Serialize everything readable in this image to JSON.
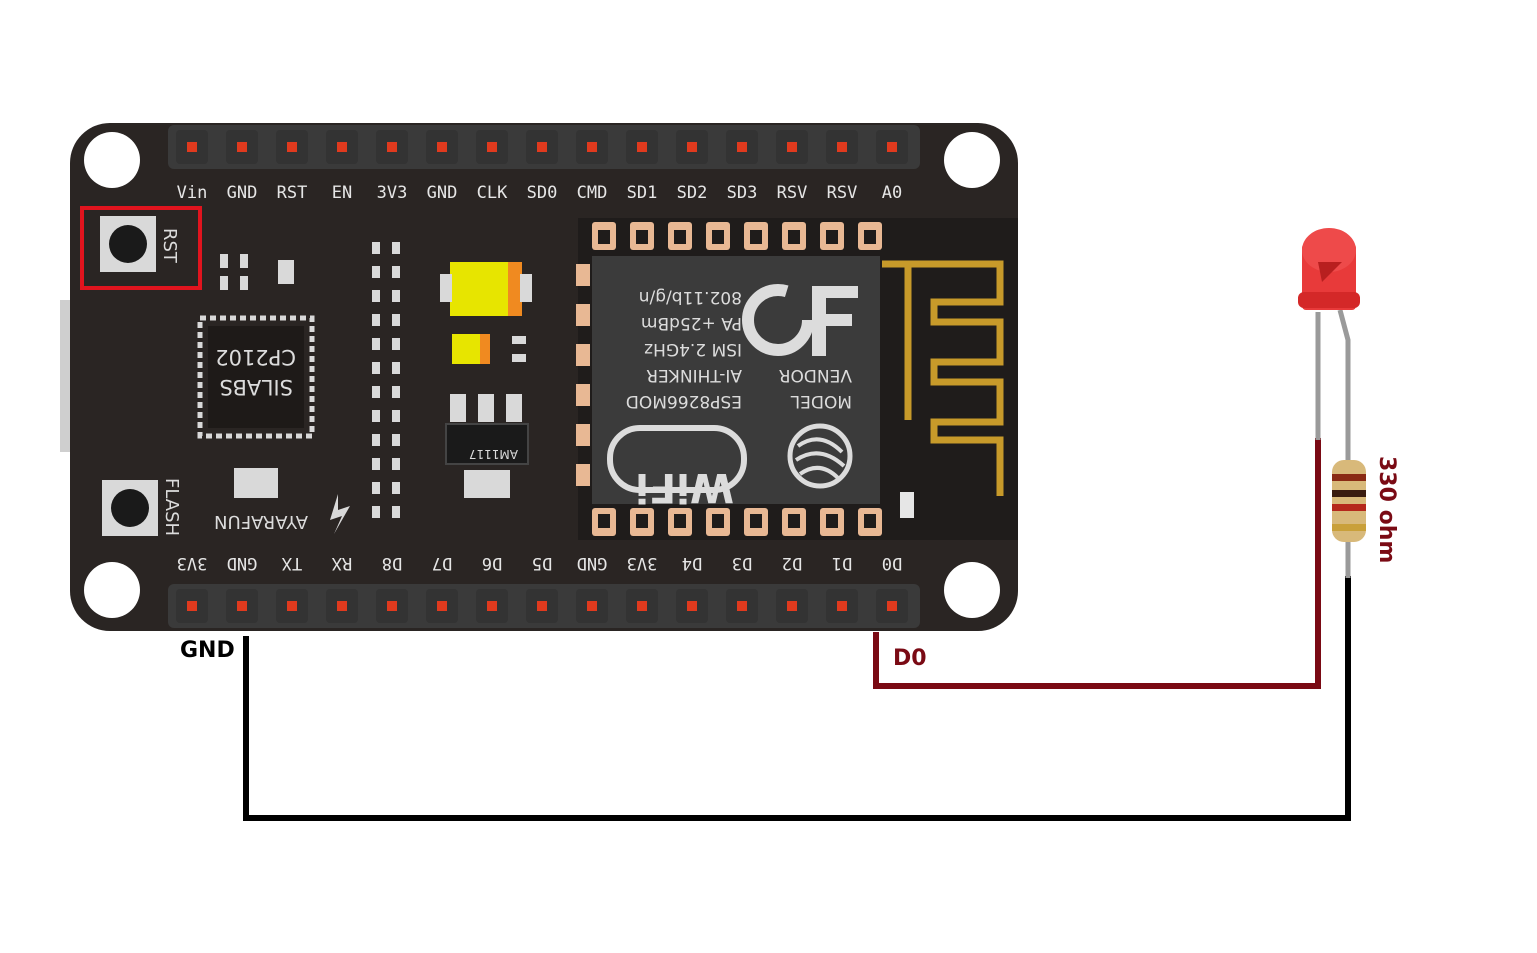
{
  "board": {
    "top_pins": [
      "Vin",
      "GND",
      "RST",
      "EN",
      "3V3",
      "GND",
      "CLK",
      "SD0",
      "CMD",
      "SD1",
      "SD2",
      "SD3",
      "RSV",
      "RSV",
      "A0"
    ],
    "bottom_pins": [
      "3V3",
      "GND",
      "TX",
      "RX",
      "D8",
      "D7",
      "D6",
      "D5",
      "GND",
      "3V3",
      "D4",
      "D3",
      "D2",
      "D1",
      "D0"
    ],
    "rst_button_label": "RST",
    "flash_button_label": "FLASH",
    "usb_chip_lines": [
      "CP2102",
      "SILABS"
    ],
    "regulator_label": "AM1117",
    "brand_label": "AYARAFUN",
    "module_lines": [
      "802.11b/g/n",
      "PA +25dBm",
      "ISM 2.4GHz",
      "AI-THINKER",
      "ESP8266MOD"
    ],
    "vendor_label": "VENDOR",
    "model_label": "MODEL",
    "wifi_text": "WiFi"
  },
  "wiring": {
    "gnd_label": "GND",
    "d0_label": "D0",
    "resistor_label": "330 ohm"
  },
  "colors": {
    "board": "#2a2523",
    "pin_header": "#3a3a3a",
    "pin_dot": "#e03a1e",
    "wire_signal": "#7a0a14",
    "wire_ground": "#000000",
    "led_red": "#e83a3a",
    "rst_highlight": "#e0141e",
    "antenna": "#c79a2a"
  }
}
